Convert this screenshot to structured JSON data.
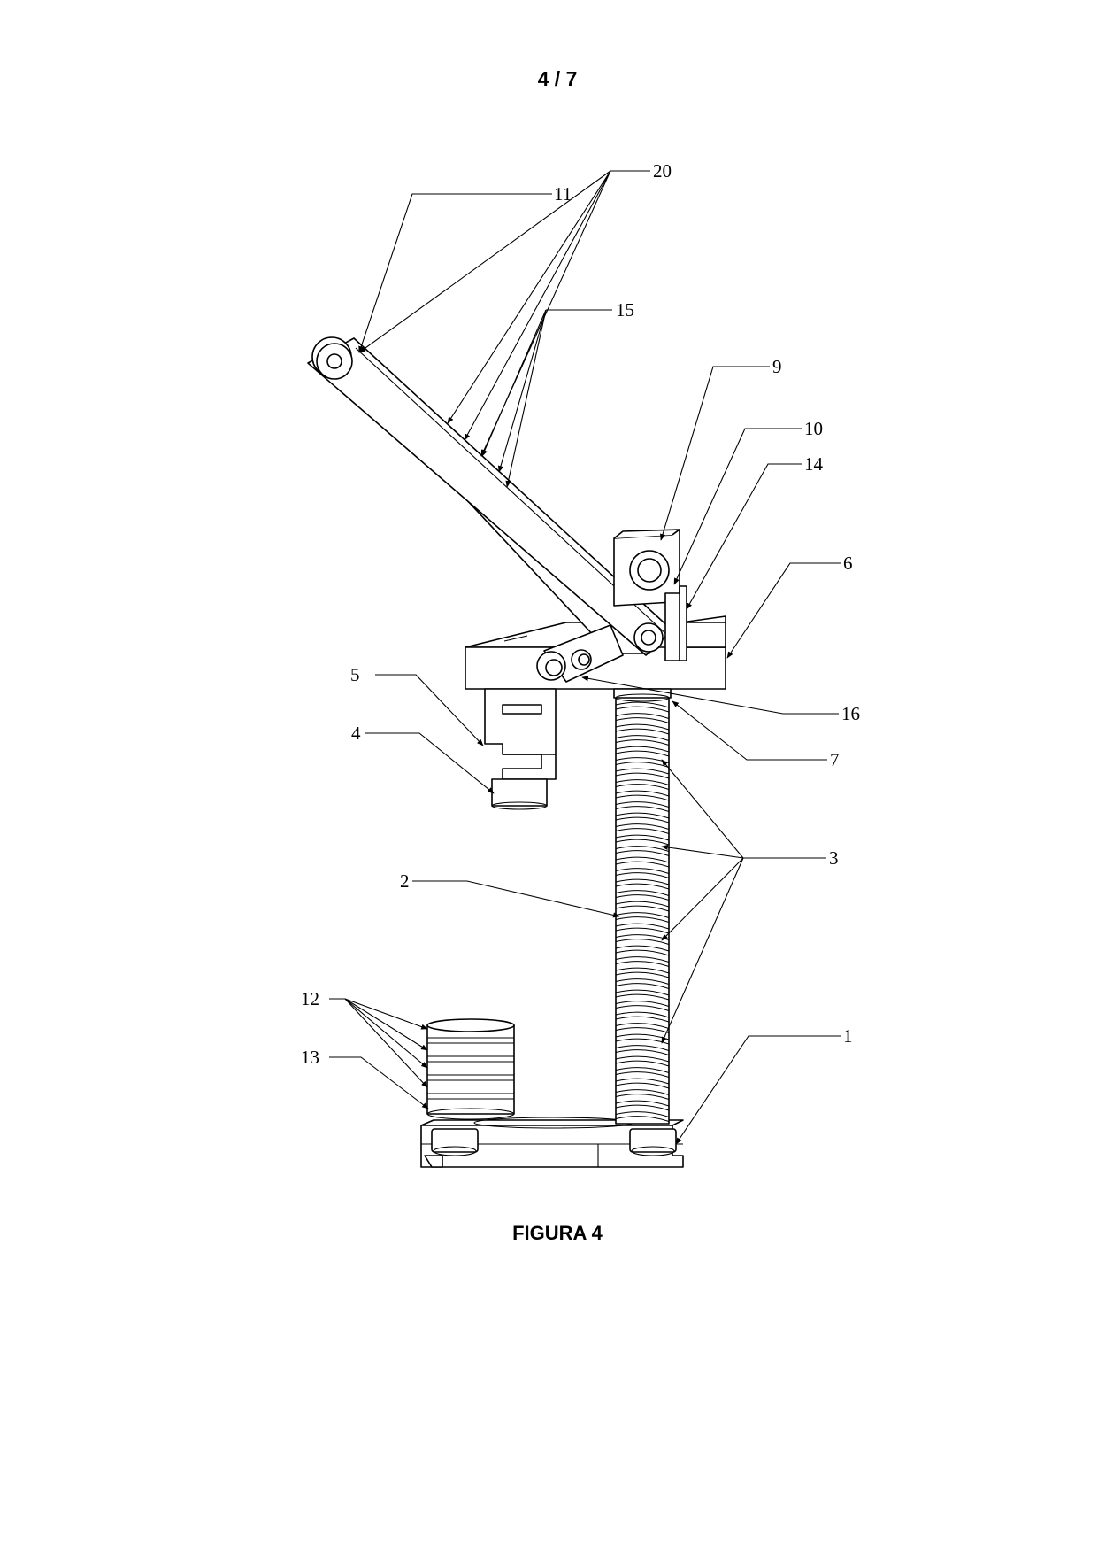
{
  "header": {
    "page_number": "4 / 7"
  },
  "figure": {
    "caption": "FIGURA 4"
  },
  "callouts": {
    "c1": "1",
    "c2": "2",
    "c3": "3",
    "c4": "4",
    "c5": "5",
    "c6": "6",
    "c7": "7",
    "c9": "9",
    "c10": "10",
    "c11": "11",
    "c12": "12",
    "c13": "13",
    "c14": "14",
    "c15": "15",
    "c16": "16",
    "c20": "20"
  }
}
